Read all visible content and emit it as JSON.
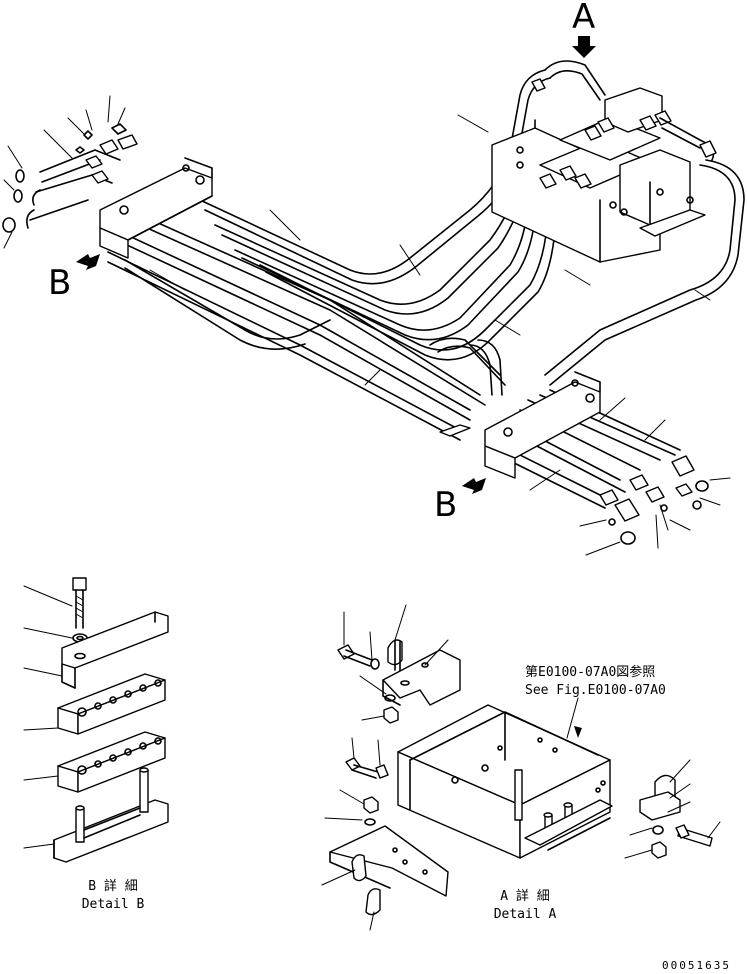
{
  "view_labels": {
    "a": "A",
    "b_upper": "B",
    "b_lower": "B"
  },
  "reference": {
    "japanese": "第E0100-07A0図参照",
    "english": "See Fig.E0100-07A0"
  },
  "details": {
    "b_jp": "B 詳 細",
    "b_en": "Detail B",
    "a_jp": "A 詳 細",
    "a_en": "Detail A"
  },
  "drawing_code": "00051635"
}
